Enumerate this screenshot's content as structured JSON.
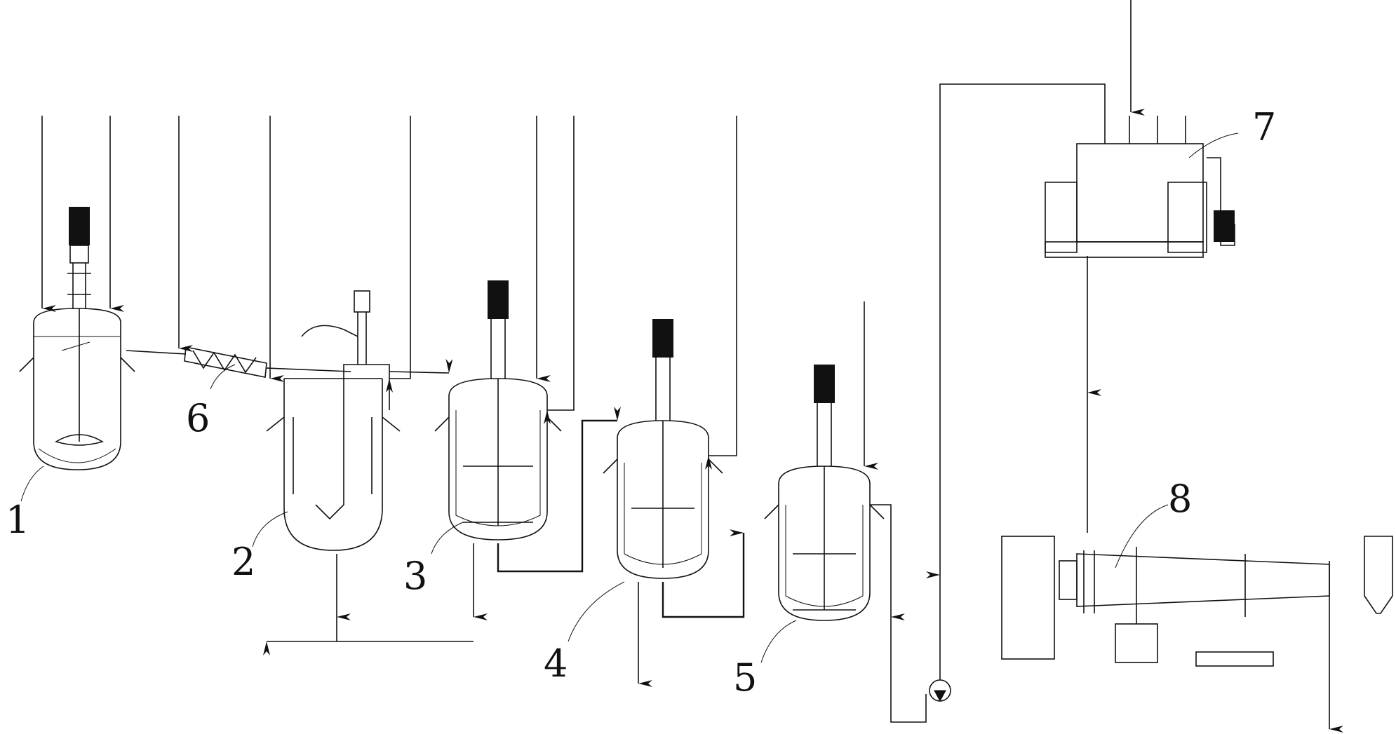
{
  "diagram": {
    "line_color": "#111111",
    "background": "#ffffff",
    "labels": {
      "l1": "1",
      "l2": "2",
      "l3": "3",
      "l4": "4",
      "l5": "5",
      "l6": "6",
      "l7": "7",
      "l8": "8"
    }
  }
}
